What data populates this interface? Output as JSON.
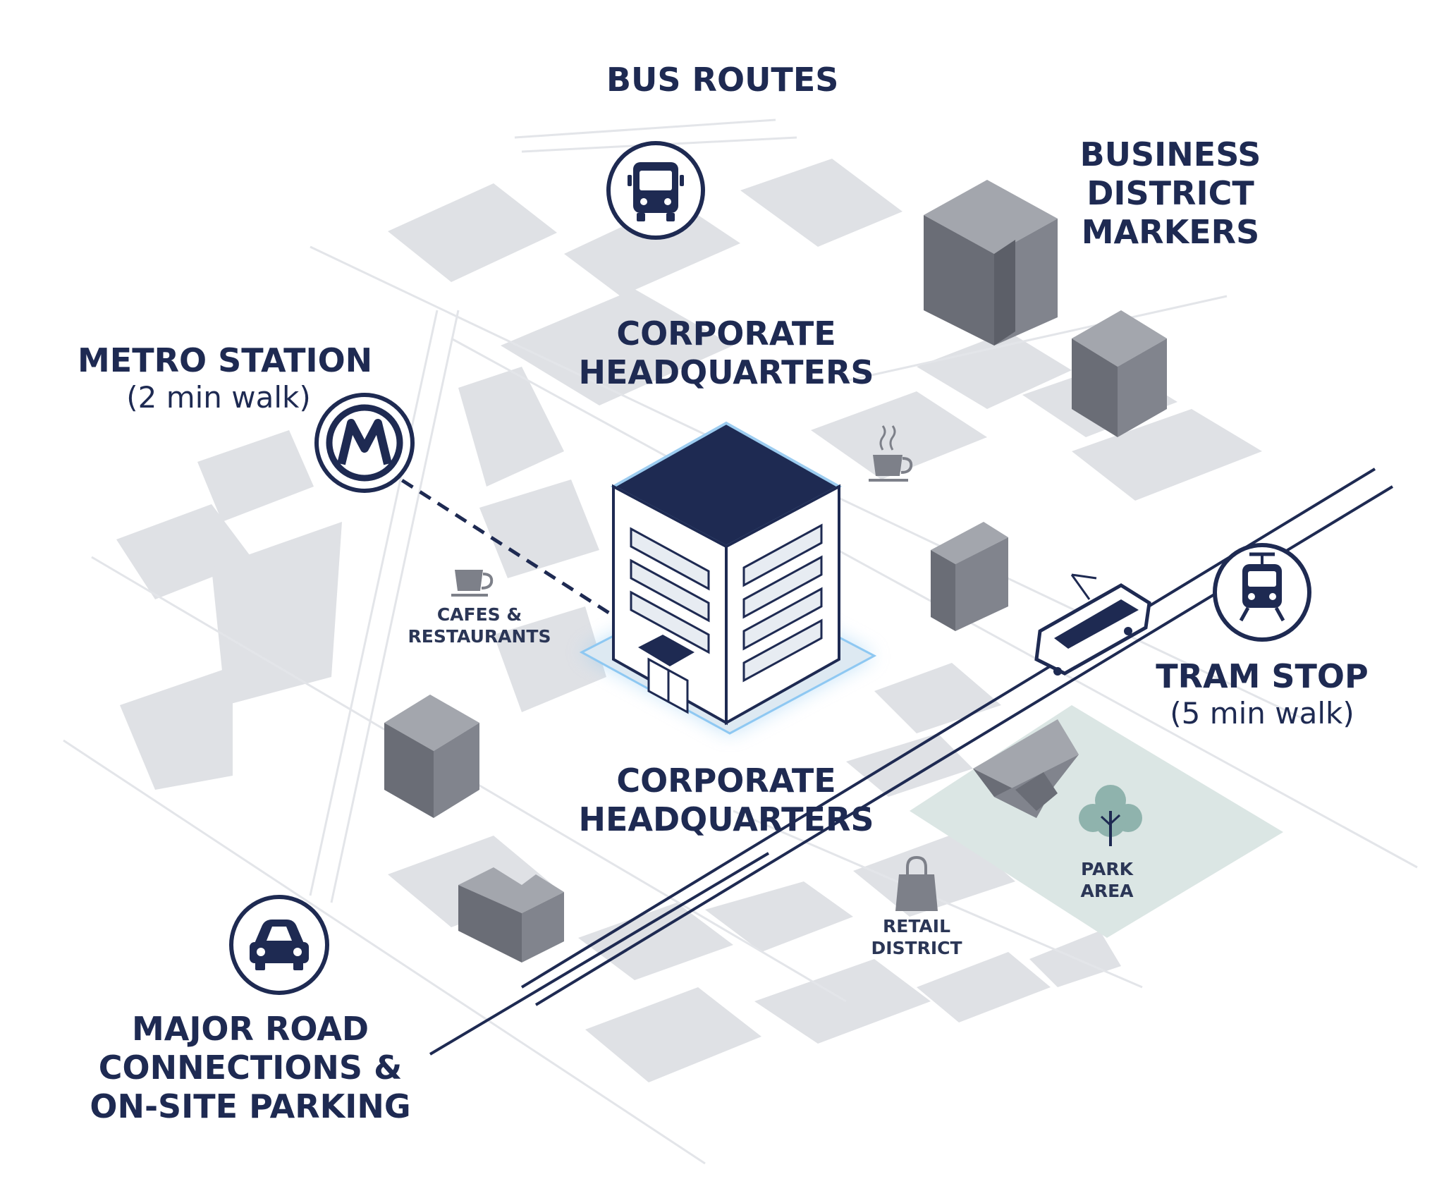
{
  "labels": {
    "bus_routes": "BUS ROUTES",
    "business_district": [
      "BUSINESS",
      "DISTRICT",
      "MARKERS"
    ],
    "metro_station": {
      "title": "METRO STATION",
      "sub": "(2 min walk)"
    },
    "hq_top": [
      "CORPORATE",
      "HEADQUARTERS"
    ],
    "hq_bottom": [
      "CORPORATE",
      "HEADQUARTERS"
    ],
    "cafes": [
      "CAFES &",
      "RESTAURANTS"
    ],
    "tram_stop": {
      "title": "TRAM STOP",
      "sub": "(5 min walk)"
    },
    "park": [
      "PARK",
      "AREA"
    ],
    "retail": [
      "RETAIL",
      "DISTRICT"
    ],
    "major_road": [
      "MAJOR ROAD",
      "CONNECTIONS &",
      "ON-SITE PARKING"
    ]
  },
  "icons": {
    "bus": "bus-icon",
    "metro": "metro-icon",
    "car": "car-icon",
    "tram": "tram-icon",
    "coffee": "coffee-cup-icon",
    "shopping_bag": "shopping-bag-icon",
    "tree": "tree-icon"
  },
  "colors": {
    "navy": "#1e2a52",
    "block": "#dfe1e5",
    "building": "#7d8089",
    "park": "#dbe6e4",
    "glow": "#8ec8f2"
  }
}
